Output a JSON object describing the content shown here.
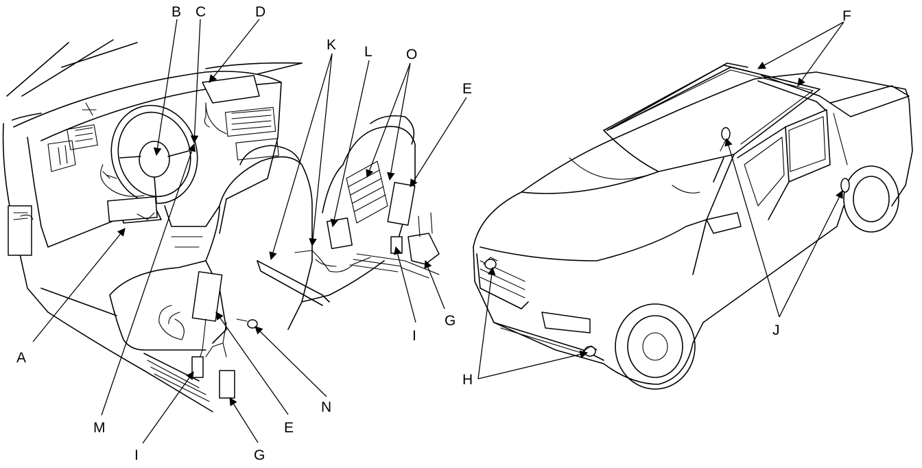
{
  "callouts": {
    "A": "A",
    "B": "B",
    "C": "C",
    "D": "D",
    "E_upper": "E",
    "E_lower": "E",
    "F": "F",
    "G_upper": "G",
    "G_lower": "G",
    "H": "H",
    "I_upper": "I",
    "I_lower": "I",
    "J": "J",
    "K": "K",
    "L": "L",
    "M": "M",
    "N": "N",
    "O": "O"
  },
  "colors": {
    "ink": "#000000",
    "paper": "#ffffff"
  },
  "icons": [
    "arrow-icon"
  ]
}
